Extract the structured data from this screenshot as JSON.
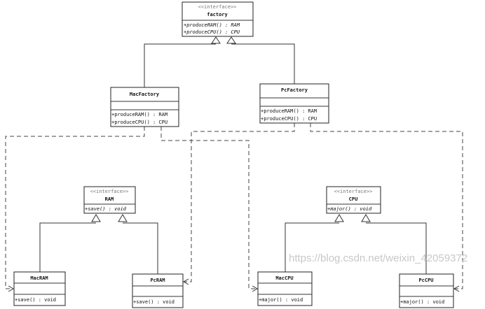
{
  "classes": {
    "factory": {
      "stereotype": "<<interface>>",
      "name": "factory",
      "methods": [
        "+produceRAM() : RAM",
        "+produceCPU() : CPU"
      ]
    },
    "macfactory": {
      "name": "MacFactory",
      "methods": [
        "+produceRAM() : RAM",
        "+produceCPU() : CPU"
      ]
    },
    "pcfactory": {
      "name": "PcFactory",
      "methods": [
        "+produceRAM() : RAM",
        "+produceCPU() : CPU"
      ]
    },
    "ram": {
      "stereotype": "<<interface>>",
      "name": "RAM",
      "methods": [
        "+save() : void"
      ]
    },
    "macram": {
      "name": "MacRAM",
      "methods": [
        "+save() : void"
      ]
    },
    "pcram": {
      "name": "PcRAM",
      "methods": [
        "+save() : void"
      ]
    },
    "cpu": {
      "stereotype": "<<interface>>",
      "name": "CPU",
      "methods": [
        "+major() : void"
      ]
    },
    "maccpu": {
      "name": "MacCPU",
      "methods": [
        "+major() : void"
      ]
    },
    "pccpu": {
      "name": "PcCPU",
      "methods": [
        "+major() : void"
      ]
    }
  },
  "watermark": "https://blog.csdn.net/weixin_42059372"
}
